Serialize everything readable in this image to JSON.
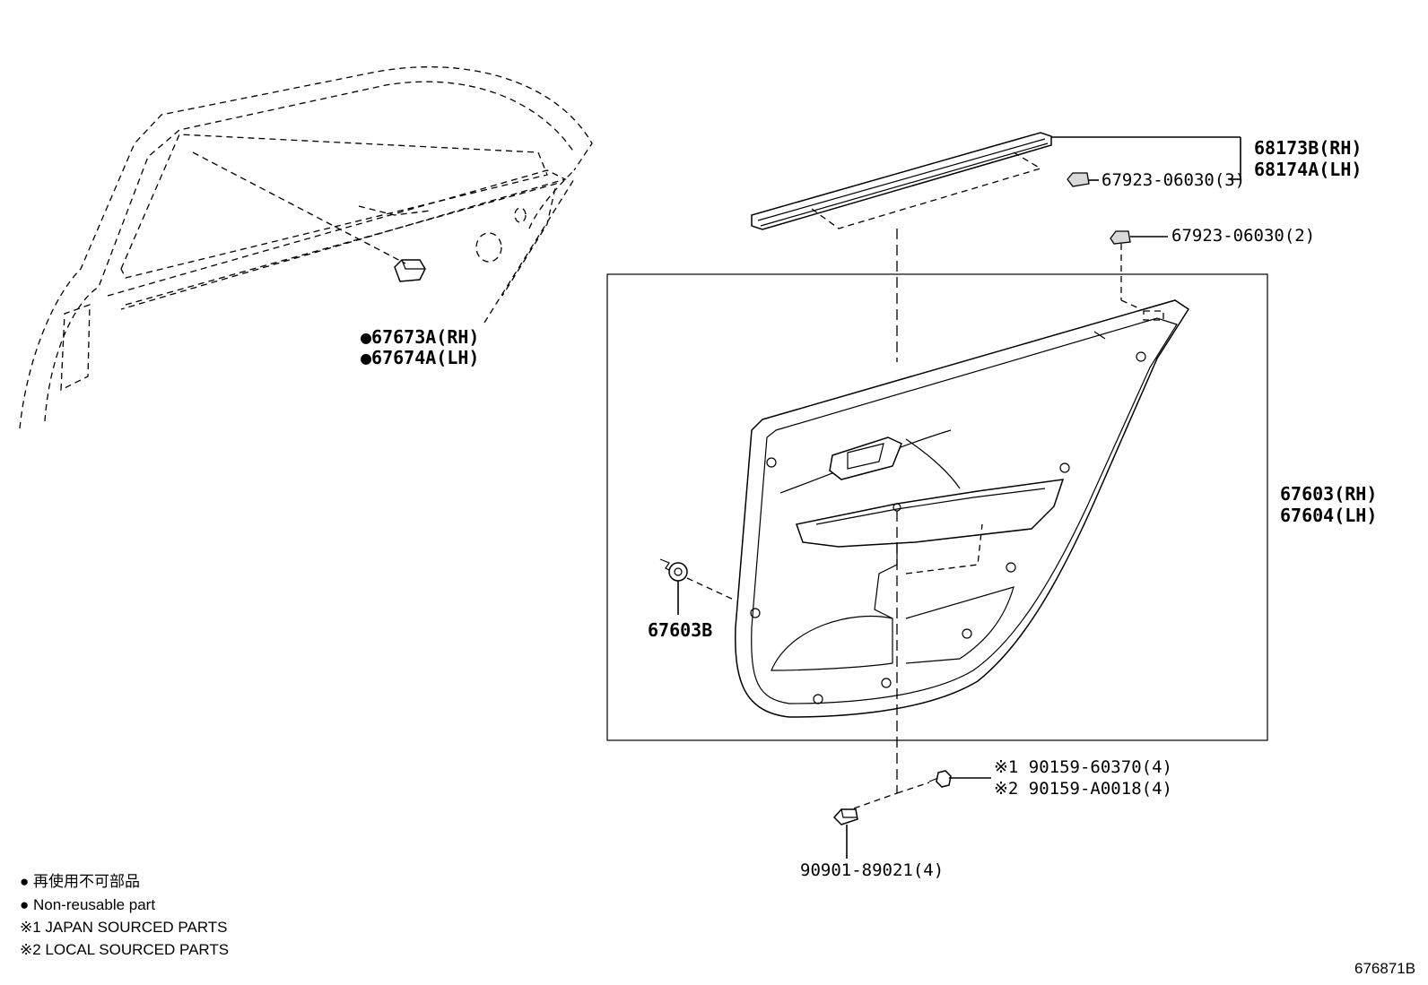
{
  "callouts": {
    "p67673": "●67673A(RH)",
    "p67674": "●67674A(LH)",
    "p68173": "68173B(RH)",
    "p68174": "68174A(LH)",
    "p67923a": "67923-06030(3)",
    "p67923b": "67923-06030(2)",
    "p67603": "67603(RH)",
    "p67604": "67604(LH)",
    "p67603b": "67603B",
    "p90159a": "※1 90159-60370(4)",
    "p90159b": "※2 90159-A0018(4)",
    "p90901": "90901-89021(4)"
  },
  "legend": {
    "line1": "● 再使用不可部品",
    "line2": "● Non-reusable part",
    "line3": "※1 JAPAN SOURCED PARTS",
    "line4": "※2 LOCAL SOURCED PARTS"
  },
  "figure_id": "676871B"
}
